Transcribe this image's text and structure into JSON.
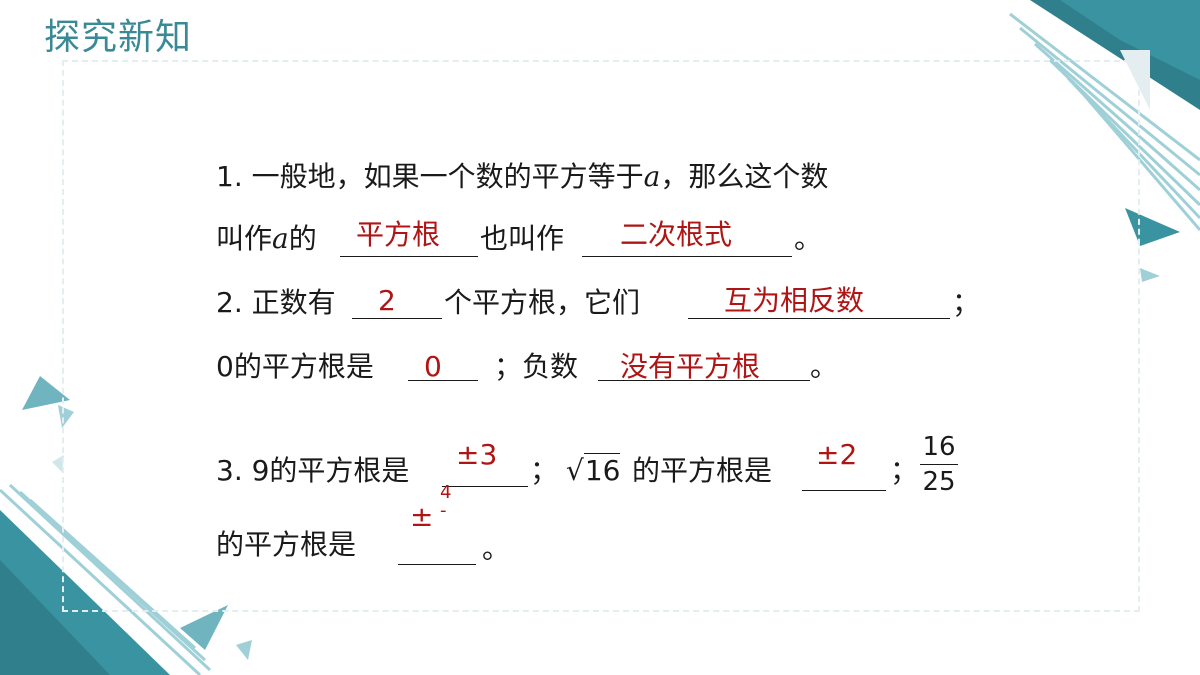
{
  "title": "探究新知",
  "colors": {
    "accent": "#3a8a96",
    "answer": "#b01515",
    "deco_dark": "#2f7f8c",
    "deco_light": "#9fd0d8"
  },
  "q1": {
    "line1_prefix": "1. 一般地，如果一个数的平方等于",
    "var_a": "a",
    "line1_suffix": "，那么这个数",
    "line2_a": "叫作",
    "line2_var": "a",
    "line2_b": "的",
    "line2_c": "也叫作",
    "line2_end": "。",
    "ans1": "平方根",
    "ans2": "二次根式"
  },
  "q2": {
    "line1_a": "2. 正数有",
    "line1_b": "个平方根，它们",
    "line1_end": "；",
    "ans1": "2",
    "ans2": "互为相反数",
    "line2_a": "0的平方根是",
    "line2_b": "；负数",
    "line2_end": "。",
    "ans3": "0",
    "ans4": "没有平方根"
  },
  "q3": {
    "line1_a": "3. 9的平方根是",
    "line1_semicolon1": "；",
    "sqrt_num": "16",
    "line1_b": "的平方根是",
    "line1_semicolon2": "；",
    "frac_num": "16",
    "frac_den": "25",
    "line2_a": "的平方根是",
    "line2_end": "。",
    "ans1": "±3",
    "ans2": "±2",
    "ans3_pm": "±",
    "ans3_num": "4",
    "ans3_bar": "-"
  }
}
